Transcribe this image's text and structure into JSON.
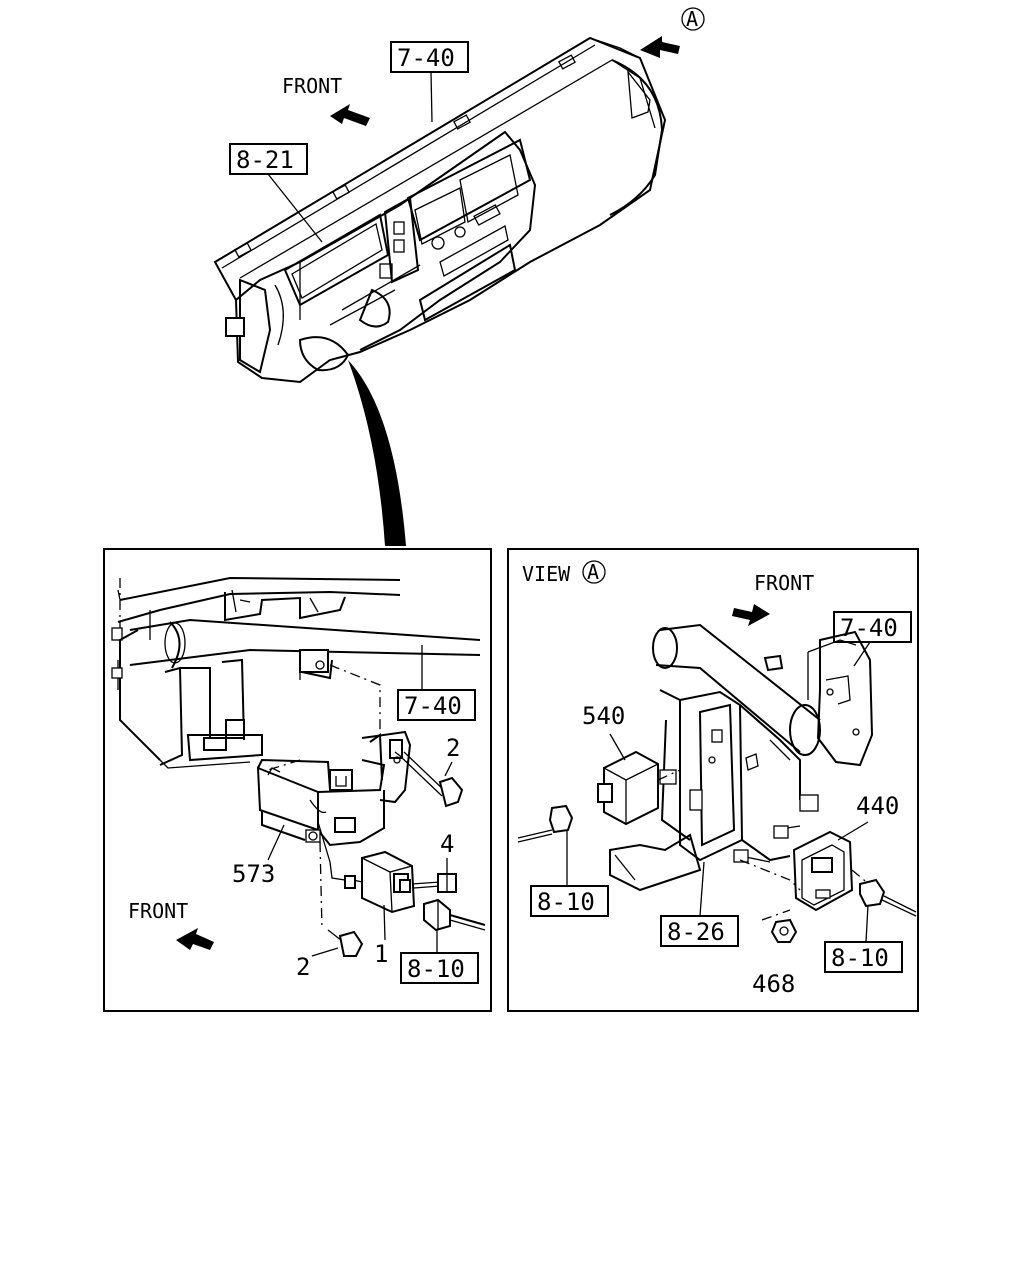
{
  "top": {
    "view_marker": "A",
    "front_label": "FRONT",
    "ref_dashboard": "7-40",
    "ref_cluster": "8-21"
  },
  "left_panel": {
    "front_label": "FRONT",
    "ref_bracket_parent": "7-40",
    "ref_harness": "8-10",
    "part_bracket": "573",
    "part_unit": "1",
    "part_bolt_upper": "2",
    "part_bolt_lower": "2",
    "part_screw": "4"
  },
  "right_panel": {
    "view_label": "VIEW",
    "view_marker": "A",
    "front_label": "FRONT",
    "ref_dashboard": "7-40",
    "ref_harness_left": "8-10",
    "ref_harness_right": "8-10",
    "ref_bracket": "8-26",
    "part_module_left": "540",
    "part_module_right": "440",
    "part_nut": "468"
  }
}
